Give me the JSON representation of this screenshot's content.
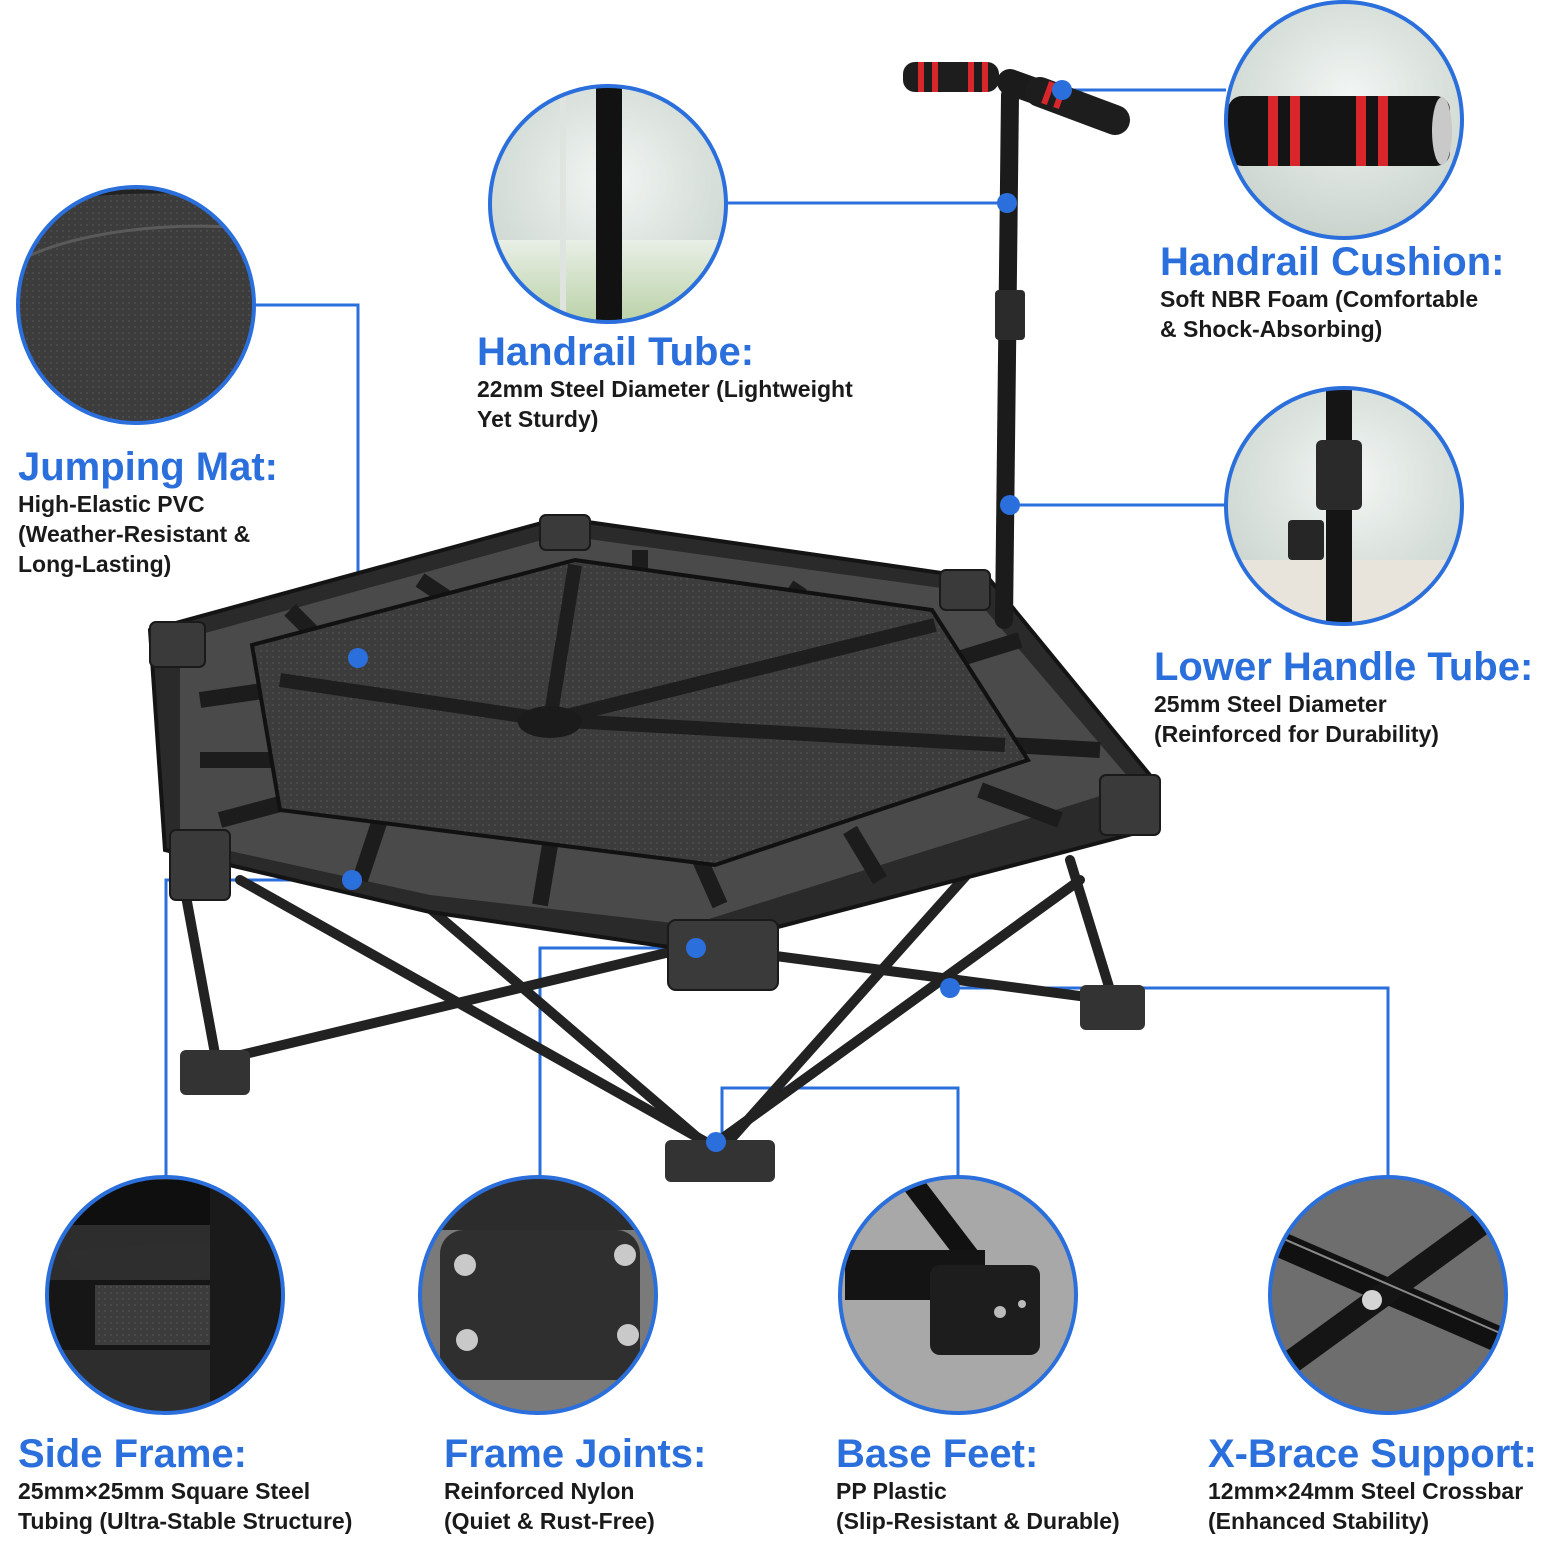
{
  "accent_color": "#2a6fdb",
  "product": "hexagonal mini trampoline with T-handle",
  "features": {
    "handrail_tube": {
      "title": "Handrail Tube:",
      "desc": "22mm Steel Diameter (Lightweight\nYet Sturdy)"
    },
    "handrail_cushion": {
      "title": "Handrail Cushion:",
      "desc": "Soft NBR Foam (Comfortable\n& Shock-Absorbing)"
    },
    "jumping_mat": {
      "title": "Jumping Mat:",
      "desc": "High-Elastic PVC\n(Weather-Resistant &\nLong-Lasting)"
    },
    "lower_handle_tube": {
      "title": "Lower Handle Tube:",
      "desc": "25mm Steel Diameter\n(Reinforced for Durability)"
    },
    "side_frame": {
      "title": "Side Frame:",
      "desc": "25mm×25mm Square Steel\nTubing (Ultra-Stable Structure)"
    },
    "frame_joints": {
      "title": "Frame Joints:",
      "desc": " Reinforced Nylon\n(Quiet & Rust-Free)"
    },
    "base_feet": {
      "title": "Base Feet:",
      "desc": "PP Plastic\n(Slip-Resistant & Durable)"
    },
    "x_brace": {
      "title": "X-Brace Support:",
      "desc": "12mm×24mm Steel Crossbar\n(Enhanced Stability)"
    }
  }
}
